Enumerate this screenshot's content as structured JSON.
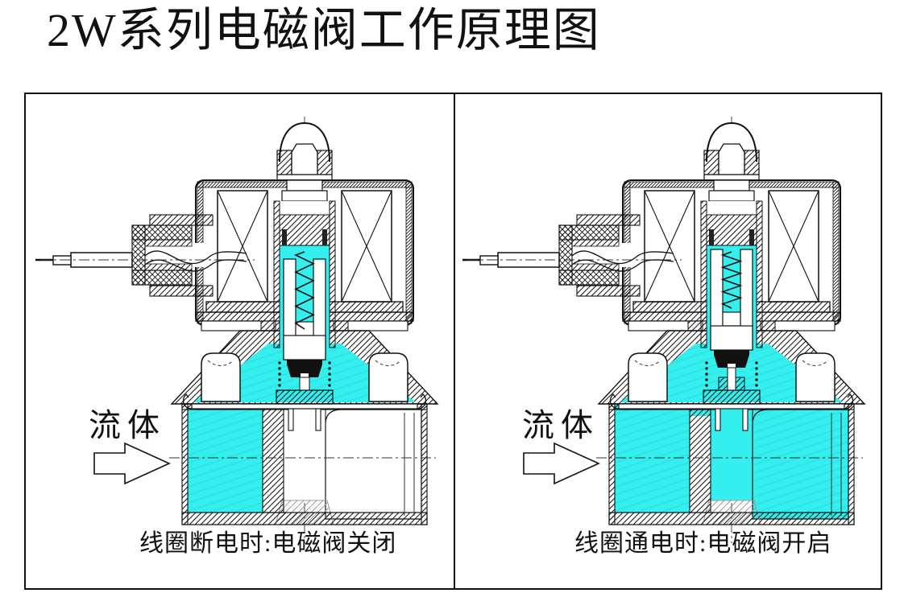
{
  "title": "2W系列电磁阀工作原理图",
  "panels": [
    {
      "state": "closed",
      "fluid_label": "流体",
      "caption": "线圈断电时:电磁阀关闭"
    },
    {
      "state": "open",
      "fluid_label": "流体",
      "caption": "线圈通电时:电磁阀开启"
    }
  ],
  "colors": {
    "fluid": "#35EFEF",
    "line": "#111111",
    "background": "#ffffff"
  }
}
